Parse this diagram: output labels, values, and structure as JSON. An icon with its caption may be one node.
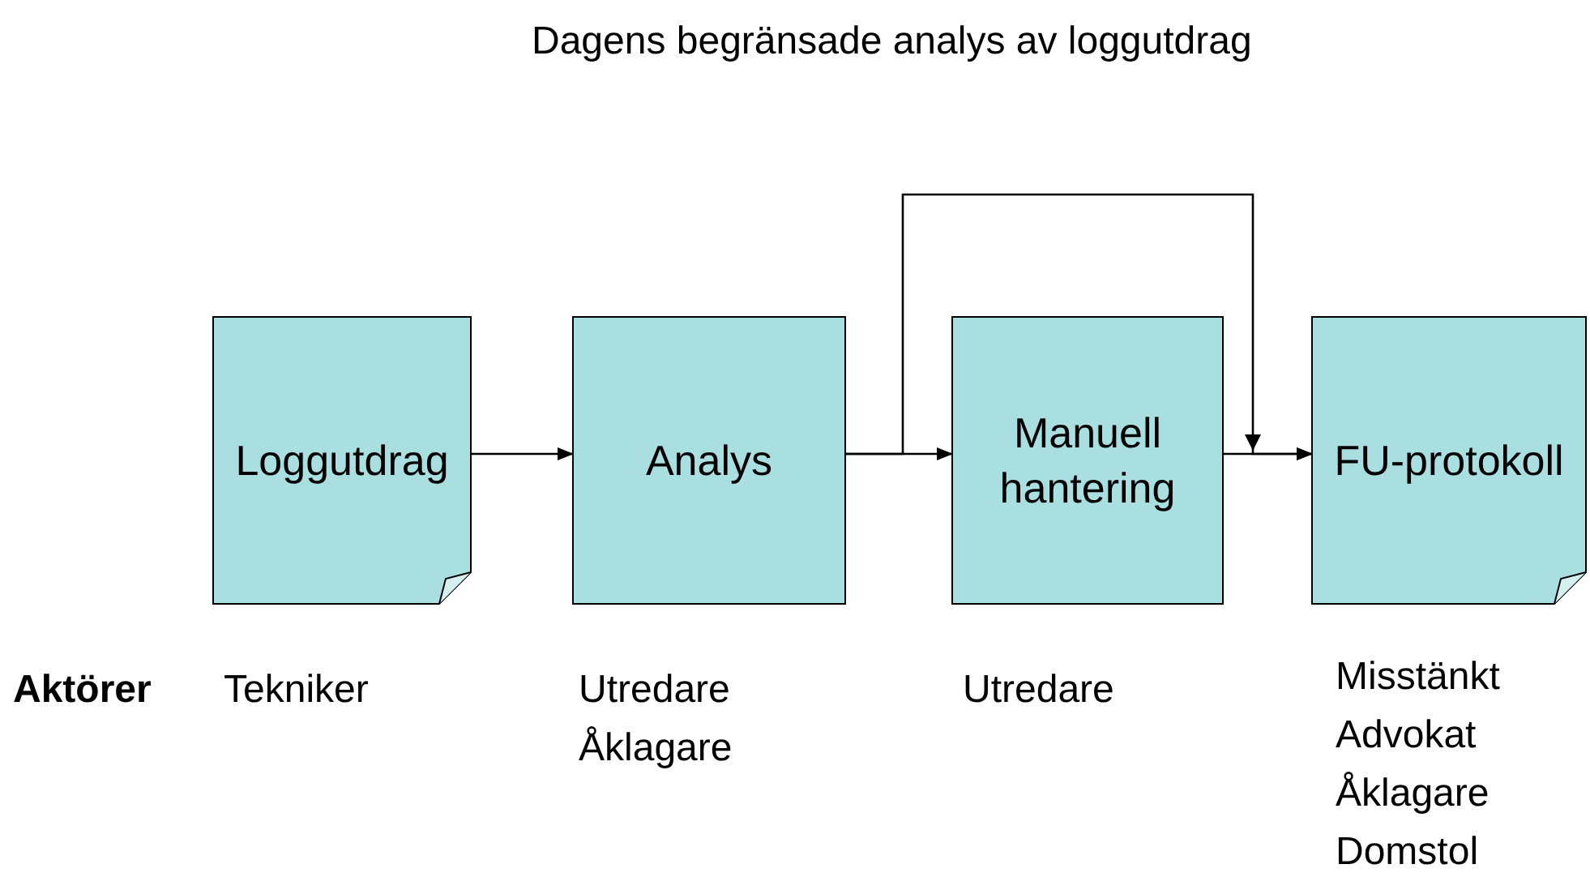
{
  "diagram": {
    "title": "Dagens begränsade analys av loggutdrag",
    "nodes": [
      {
        "text": [
          "Loggutdrag"
        ]
      },
      {
        "text": [
          "Analys"
        ]
      },
      {
        "text": [
          "Manuell hantering"
        ]
      },
      {
        "text": [
          "FU-protokoll"
        ]
      }
    ],
    "edges": [
      {
        "from": 0,
        "to": 1,
        "arrow": "to"
      },
      {
        "from": 1,
        "to": 2,
        "arrow": "to"
      },
      {
        "from": 1,
        "to": 3,
        "arrow": "to"
      },
      {
        "from": 2,
        "to": 3,
        "arrow": "to"
      }
    ],
    "labels": [
      "Aktörer",
      "Tekniker",
      "Utredare",
      "Åklagare",
      "Utredare",
      "Misstänkt",
      "Advokat",
      "Åklagare",
      "Domstol"
    ]
  }
}
